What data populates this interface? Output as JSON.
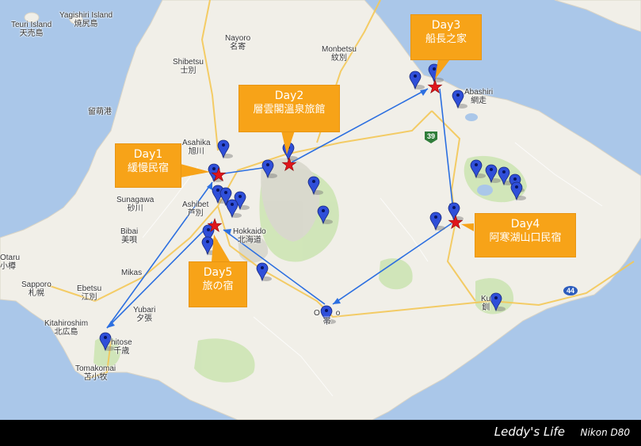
{
  "places": {
    "teuri": "Teuri Island",
    "teuri_ja": "天売島",
    "yagishiri": "Yagishiri Island",
    "yagishiri_ja": "焼尻島",
    "nayoro": "Nayoro",
    "nayoro_ja": "名寄",
    "shibetsu": "Shibetsu",
    "shibetsu_ja": "士別",
    "monbetsu": "Monbetsu",
    "monbetsu_ja": "紋別",
    "abashiri": "Abashiri",
    "abashiri_ja": "網走",
    "rumoi_ja": "留萌港",
    "asahikawa": "Asahika",
    "asahikawa_ja": "旭川",
    "sunagawa": "Sunagawa",
    "sunagawa_ja": "砂川",
    "bibai": "Bibai",
    "bibai_ja": "美唄",
    "ashibetsu": "Ashibet",
    "ashibetsu_ja": "芦別",
    "hokkaido": "Hokkaido",
    "hokkaido_ja": "北海道",
    "mikasa": "Mikas",
    "otaru": "Otaru",
    "otaru_ja": "小樽",
    "sapporo": "Sapporo",
    "sapporo_ja": "札幌",
    "ebetsu": "Ebetsu",
    "ebetsu_ja": "江別",
    "yubari": "Yubari",
    "yubari_ja": "夕張",
    "kitahiroshima": "Kitahiroshim",
    "kitahiroshima_ja": "北広島",
    "chitose": "hitose",
    "chitose_ja": "千歳",
    "tomakomai": "Tomakomai",
    "tomakomai_ja": "苫小牧",
    "obihiro_a": "O",
    "obihiro_b": "o",
    "obihiro_ja": "帯",
    "kushiro": "Ku",
    "kushiro_ja": "釧",
    "route39": "39",
    "route44": "44"
  },
  "days": [
    {
      "title": "Day1",
      "name": "緩慢民宿"
    },
    {
      "title": "Day2",
      "name": "層雲閣溫泉旅館"
    },
    {
      "title": "Day3",
      "name": "船長之家"
    },
    {
      "title": "Day4",
      "name": "阿寒湖山口民宿"
    },
    {
      "title": "Day5",
      "name": "旅の宿"
    }
  ],
  "footer": {
    "brand": "Leddy's Life",
    "camera": "Nikon D80"
  },
  "colors": {
    "sea": "#aac7e9",
    "land": "#f1efe8",
    "forest": "#cde4b4",
    "mountain": "#d6d6cd",
    "route": "#2c6fe0",
    "star": "#e0151b",
    "pin": "#2f4fd9",
    "callout": "#f7a318"
  }
}
